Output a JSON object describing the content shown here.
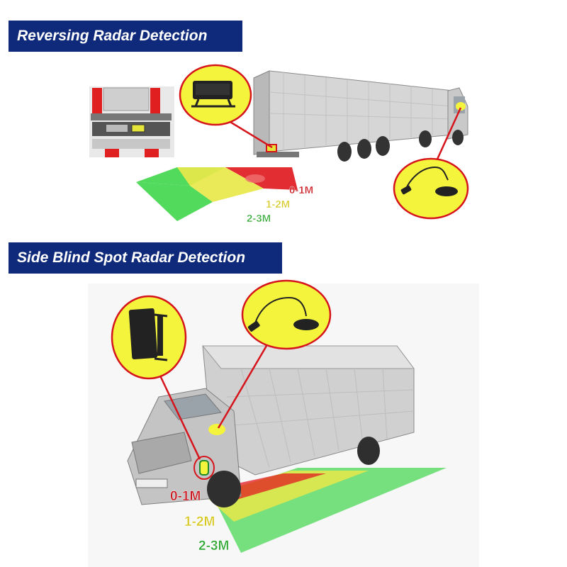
{
  "sections": {
    "reversing": {
      "title": "Reversing Radar Detection"
    },
    "side": {
      "title": "Side Blind Spot Radar Detection"
    }
  },
  "zones": {
    "reversing": {
      "near": "0-1M",
      "mid": "1-2M",
      "far": "2-3M"
    },
    "side": {
      "near": "0-1M",
      "mid": "1-2M",
      "far": "2-3M"
    }
  },
  "colors": {
    "title_bg": "#0f2a7a",
    "zone_near": "#e01b22",
    "zone_mid": "#e8e84a",
    "zone_far": "#3fd64a",
    "callout_fill": "#f4f43c",
    "callout_line": "#d6141c"
  },
  "icons": {
    "radar_display": "radar-display-icon",
    "radar_sensor": "radar-sensor-icon"
  }
}
